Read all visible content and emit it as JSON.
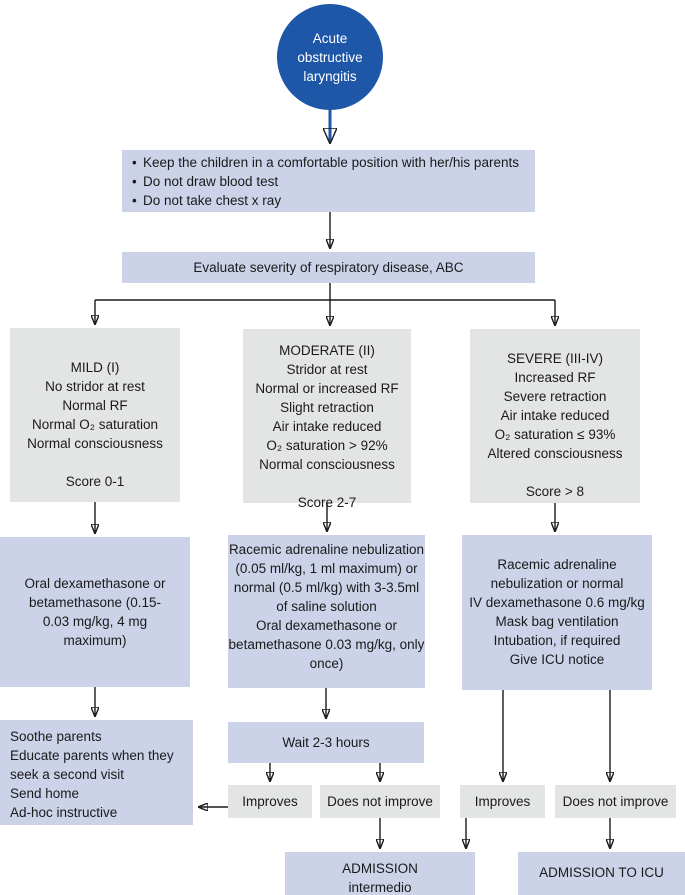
{
  "colors": {
    "start_node_blue": "#1f57a8",
    "action_box_lavender": "#ccd3e9",
    "assessment_box_gray": "#e3e4e4",
    "arrow_black": "#1a1a1a",
    "start_text_white": "#ffffff"
  },
  "start": {
    "label": "Acute obstructive laryngitis"
  },
  "initial_care": {
    "items": [
      "Keep the children in a comfortable position with her/his parents",
      "Do not draw blood test",
      "Do not take chest x ray"
    ]
  },
  "triage": {
    "label": "Evaluate severity of respiratory disease, ABC"
  },
  "severity": {
    "mild": {
      "title": "MILD (I)",
      "findings": [
        "No stridor at rest",
        "Normal RF",
        "Normal O₂ saturation",
        "Normal consciousness"
      ],
      "score": "Score 0-1"
    },
    "moderate": {
      "title": "MODERATE (II)",
      "findings": [
        "Stridor at rest",
        "Normal or increased RF",
        "Slight retraction",
        "Air intake reduced",
        "O₂ saturation > 92%",
        "Normal consciousness"
      ],
      "score": "Score 2-7"
    },
    "severe": {
      "title": "SEVERE (III-IV)",
      "findings": [
        "Increased RF",
        "Severe retraction",
        "Air intake reduced",
        "O₂ saturation ≤ 93%",
        "Altered consciousness"
      ],
      "score": "Score > 8"
    }
  },
  "treatment": {
    "mild": {
      "paragraphs": [
        "Oral dexamethasone or betamethasone (0.15-0.03 mg/kg, 4 mg maximum)"
      ]
    },
    "moderate": {
      "paragraphs": [
        "Racemic adrenaline nebulization (0.05 ml/kg, 1 ml maximum) or normal (0.5 ml/kg) with 3-3.5ml of saline solution",
        "Oral dexamethasone or betamethasone 0.03 mg/kg, only once)"
      ]
    },
    "severe": {
      "paragraphs": [
        "Racemic adrenaline nebulization or normal",
        "IV dexamethasone 0.6 mg/kg",
        "Mask bag ventilation",
        "Intubation, if required",
        "Give ICU notice"
      ]
    }
  },
  "followup": {
    "mild": {
      "items": [
        "Soothe parents",
        "Educate parents when they seek a second visit",
        "Send home",
        "Ad-hoc instructive"
      ]
    },
    "wait": {
      "label": "Wait 2-3 hours"
    }
  },
  "outcomes": {
    "moderate_improves": "Improves",
    "moderate_not_improve": "Does not improve",
    "severe_improves": "Improves",
    "severe_not_improve": "Does not improve"
  },
  "admission": {
    "intermediate": {
      "line1": "ADMISSION",
      "line2": "intermedio"
    },
    "icu": {
      "label": "ADMISSION TO ICU"
    }
  }
}
